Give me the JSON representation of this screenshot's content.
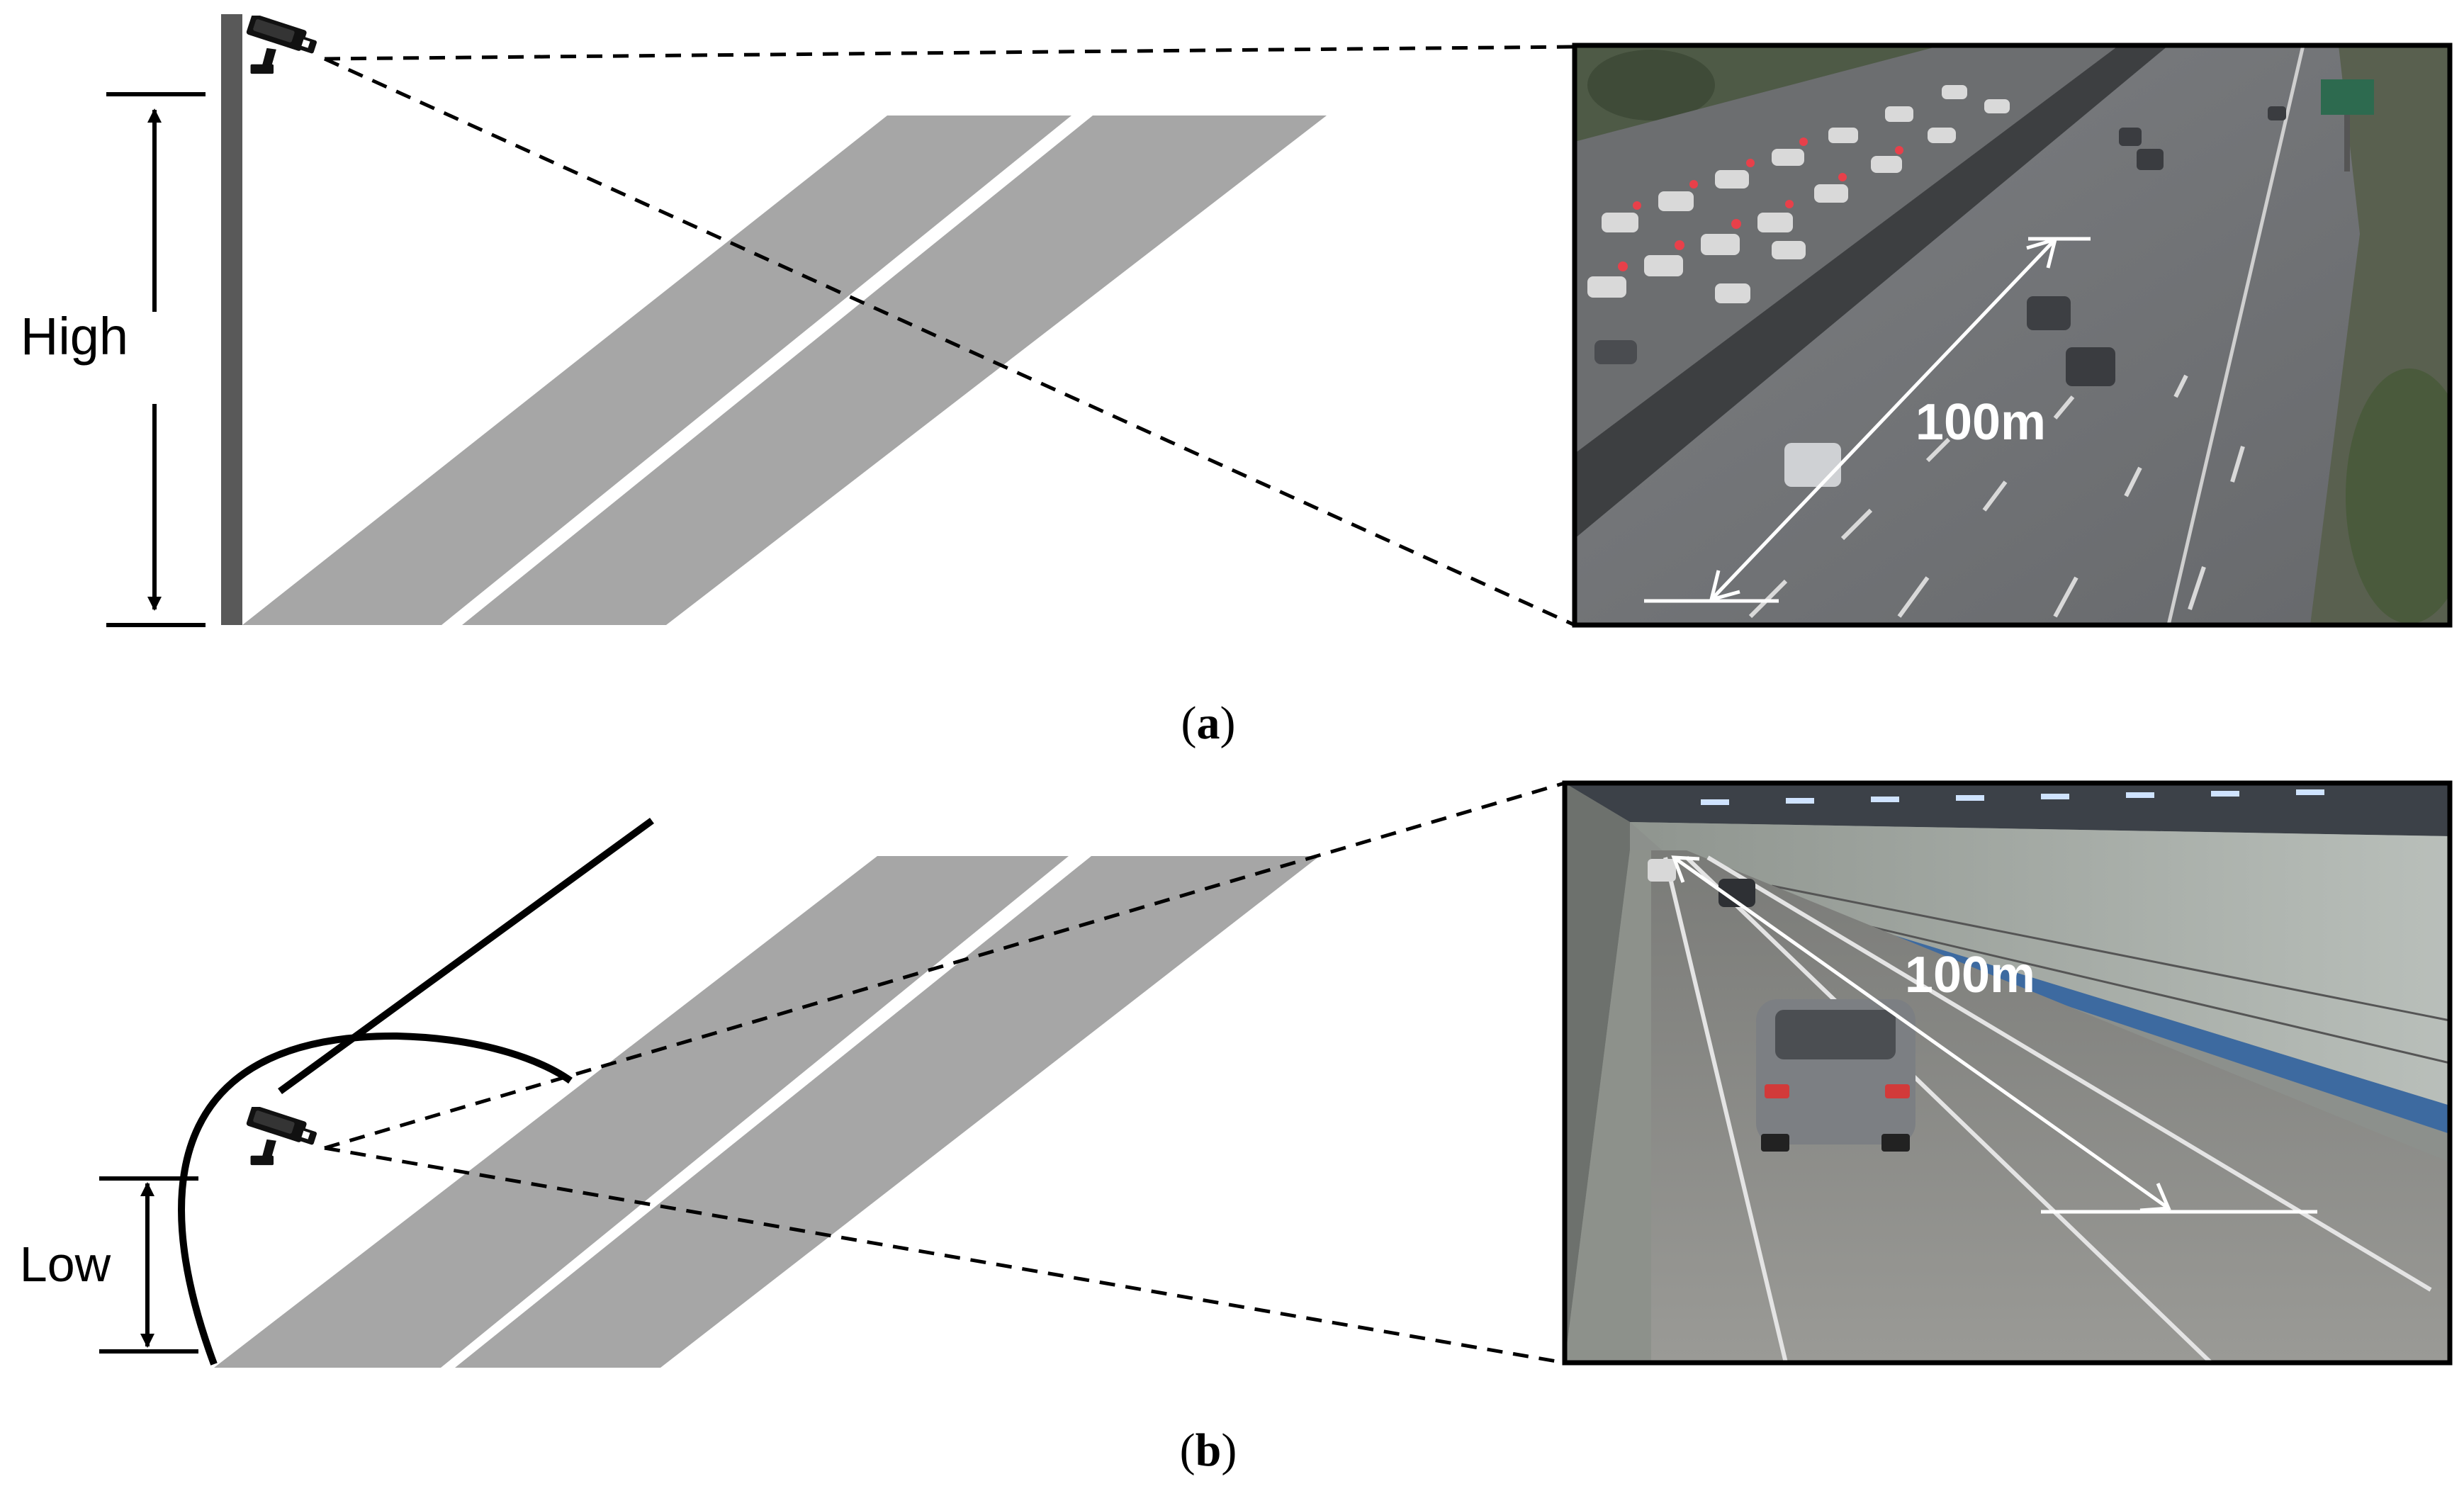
{
  "panel_a": {
    "height_label": "High",
    "distance_label": "100m",
    "caption_open": "(",
    "caption_letter": "a",
    "caption_close": ")"
  },
  "panel_b": {
    "height_label": "Low",
    "distance_label": "100m",
    "caption_open": "(",
    "caption_letter": "b",
    "caption_close": ")"
  },
  "colors": {
    "road": "#a6a6a6",
    "pole": "#595959",
    "lines": "#000000"
  },
  "icons": [
    "cctv-camera-icon"
  ]
}
